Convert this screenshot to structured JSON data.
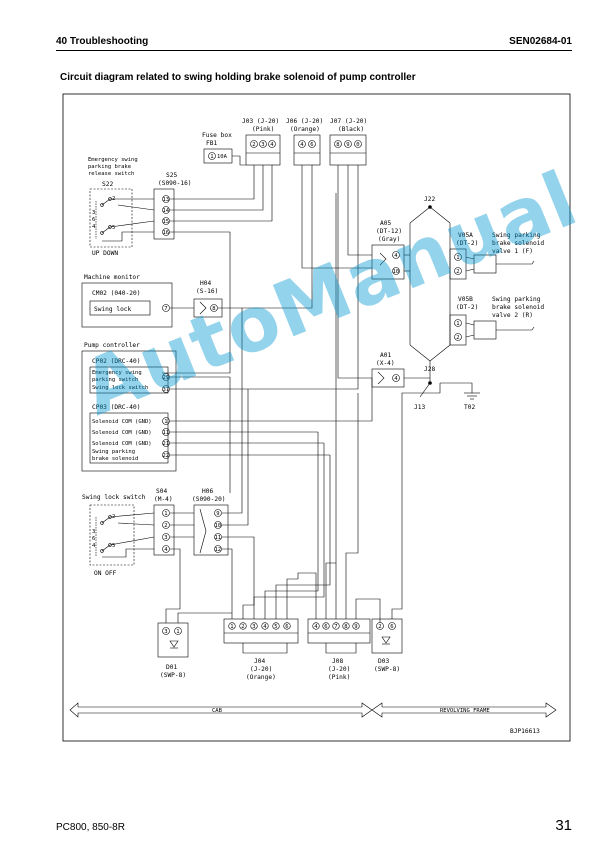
{
  "header": {
    "section": "40 Troubleshooting",
    "doc_code": "SEN02684-01"
  },
  "title": "Circuit diagram related to swing holding brake solenoid of pump controller",
  "connectors": {
    "j03": "J03 (J-20)",
    "j03_color": "(Pink)",
    "j06": "J06 (J-20)",
    "j06_color": "(Orange)",
    "j07": "J07 (J-20)",
    "j07_color": "(Black)",
    "fusebox": "Fuse box",
    "fb1": "FB1",
    "s25": "S25",
    "s25_type": "(S090-16)",
    "s22": "S22",
    "s22_desc": [
      "Emergency swing",
      "parking brake",
      "release switch"
    ],
    "updown": "UP DOWN",
    "j22": "J22",
    "a05": "A05",
    "a05_type": "(DT-12)",
    "a05_color": "(Gray)",
    "v05a": "V05A",
    "v05a_type": "(DT-2)",
    "v05a_desc": [
      "Swing parking",
      "brake solenoid",
      "valve 1 (F)"
    ],
    "v05b": "V05B",
    "v05b_type": "(DT-2)",
    "v05b_desc": [
      "Swing parking",
      "brake solenoid",
      "valve 2 (R)"
    ],
    "machine_monitor": "Machine monitor",
    "cm02": "CM02 (040-20)",
    "swing_lock": "Swing lock",
    "h04": "H04",
    "h04_type": "(S-16)",
    "pump_controller": "Pump controller",
    "cp02": "CP02 (DRC-40)",
    "cp02_lines": [
      "Emergency swing",
      "parking switch",
      "Swing lock switch"
    ],
    "a01": "A01",
    "a01_type": "(X-4)",
    "j28": "J28",
    "j13": "J13",
    "t02": "T02",
    "cp03": "CP03 (DRC-40)",
    "cp03_lines": [
      "Solenoid COM (GND)",
      "Solenoid COM (GND)",
      "Solenoid COM (GND)",
      "Swing parking",
      "brake solenoid"
    ],
    "swing_lock_switch": "Swing lock switch",
    "s04": "S04",
    "s04_type": "(M-4)",
    "h06": "H06",
    "h06_type": "(S090-20)",
    "onoff": "ON  OFF",
    "d01": "D01",
    "d01_type": "(SWP-8)",
    "j04": "J04",
    "j04_type": "(J-20)",
    "j04_color": "(Orange)",
    "j08": "J08",
    "j08_type": "(J-20)",
    "j08_color": "(Pink)",
    "d03": "D03",
    "d03_type": "(SWP-8)",
    "cab": "CAB",
    "revolving": "REVOLVING FRAME",
    "figno": "BJP16613"
  },
  "watermark": "AutoManual",
  "footer": {
    "model": "PC800, 850-8R",
    "page": "31"
  }
}
